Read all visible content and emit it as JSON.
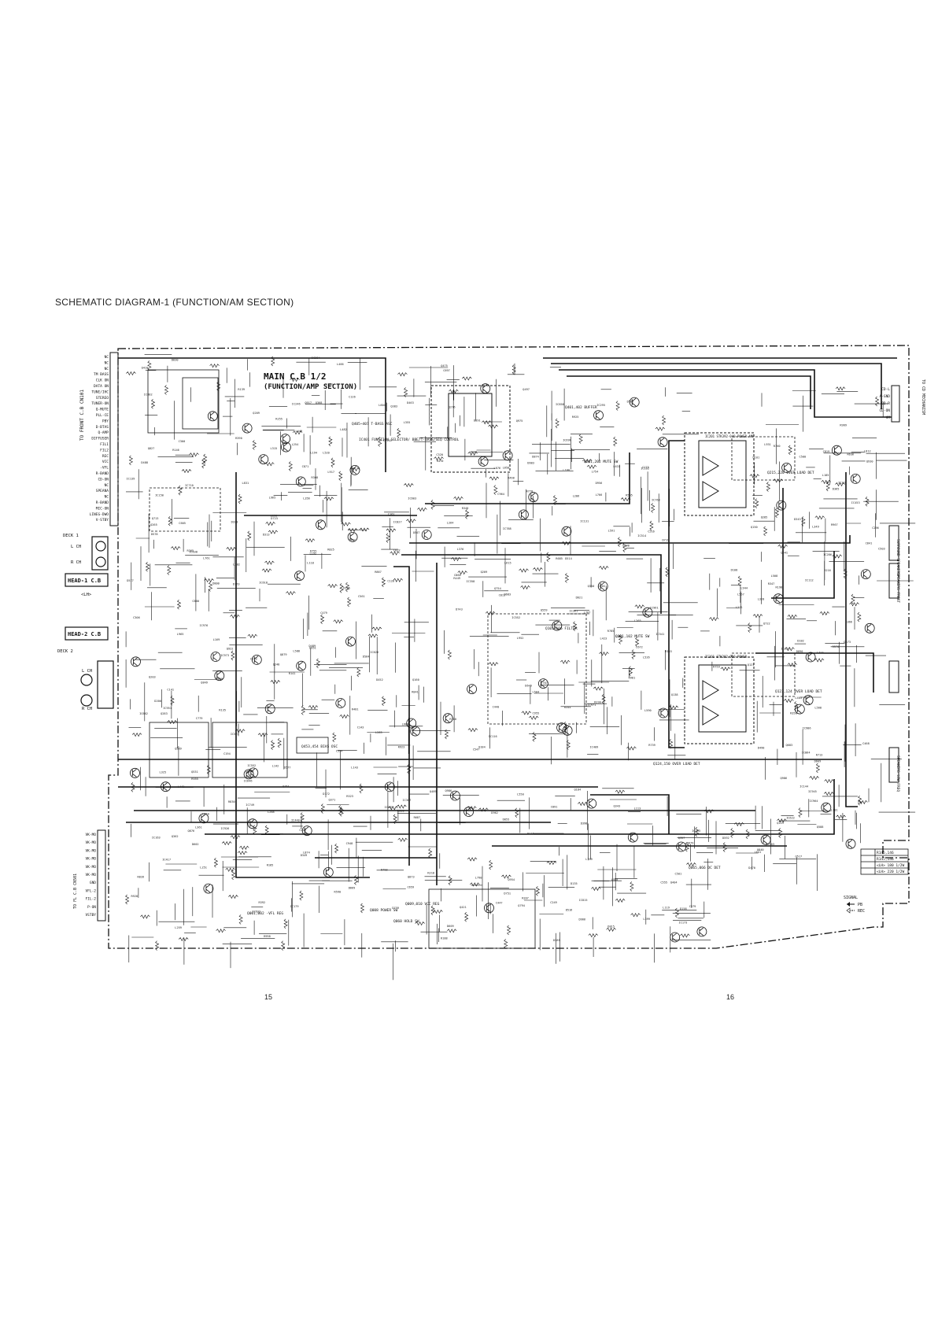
{
  "document": {
    "title": "SCHEMATIC DIAGRAM-1 (FUNCTION/AM SECTION)",
    "page_left": "15",
    "page_right": "16"
  },
  "board": {
    "title_line1": "MAIN C.B 1/2",
    "title_line2": "(FUNCTION/AMP SECTION)"
  },
  "connectors": {
    "front_cb_label": "TO FRONT C.B CN101",
    "front_cb_pins": [
      "NC",
      "NC",
      "NC",
      "TM BASS",
      "CLK ON",
      "DATA ON",
      "TUNE/IHC",
      "STEREO",
      "TUNER-ON",
      "Q-MUTE",
      "PLL-CE",
      "PBY",
      "D-BTAS",
      "Q-AMP",
      "DIFFUSER",
      "FIL1",
      "FIL2",
      "REC",
      "VCC",
      "-VFL",
      "R-BAND",
      "CD-ON",
      "NC",
      "SPEANA",
      "NC",
      "R-BAND",
      "MIC-ON",
      "LINEG-DWO",
      "V-STBY"
    ],
    "cd_mech_label": "TO CD MECHANISM",
    "cd_mech_pins": [
      "CD-L",
      "A-GND",
      "CD-R",
      "CD-ON",
      "VM"
    ],
    "fl_cb_label": "TO FL C.B CN501",
    "fl_cb_pins": [
      "VK-MO",
      "VK-MO",
      "VK-MO",
      "VK-MO",
      "VK-MO",
      "VK-MO",
      "GND",
      "VFL-2",
      "FIL-2",
      "P-ON",
      "VSTBY"
    ]
  },
  "labels": {
    "deck1": "DECK 1",
    "deck2": "DECK 2",
    "head1": "HEAD-1 C.B",
    "head2": "HEAD-2 C.B",
    "lch": "L CH",
    "rch": "R CH",
    "lh": "<LH>",
    "surround": "SURROUND SPEAKERS",
    "speakers_front": "SPEAKERS FRONT",
    "speakers_low": "SPEAKERS LOW FREQ",
    "overload1": "Q215,220 OVER LOAD DET",
    "overload2": "Q123,124 OVER LOAD DET",
    "overload3": "Q124,150 OVER LOAD DET",
    "ic_power1": "IC201 STK392-040 POWER AMP",
    "ic_power2": "IC101 STK392-010 POWER",
    "ic_function": "IC401 FUNCTION SELECTOR/ BBE/T-BASS/SEQ CONTROL",
    "q405": "Q405~407 T-BASS ASC",
    "q401": "Q401,402 BUFFER",
    "q201": "Q201,202 MUTE SW",
    "q101": "Q101,102 MUTE SW",
    "filter": "Q101~106 FILTER",
    "bias_osc": "Q453,454 BIAS OSC",
    "dc_det": "Q065,066 DC DET",
    "power_sw": "Q008 POWER SW",
    "hold_sw": "Q060 HOLD SW",
    "vcc_reg": "Q009,010 VCC REG",
    "vfl_reg": "Q001,002 -VFL REG",
    "signal_legend_title": "SIGNAL",
    "signal_pb": "PB",
    "signal_rec": "REC",
    "spec_table": [
      "R145,146",
      "R145,146",
      "<LH> 180 1/2W",
      "<LH> 220 1/2W"
    ]
  }
}
